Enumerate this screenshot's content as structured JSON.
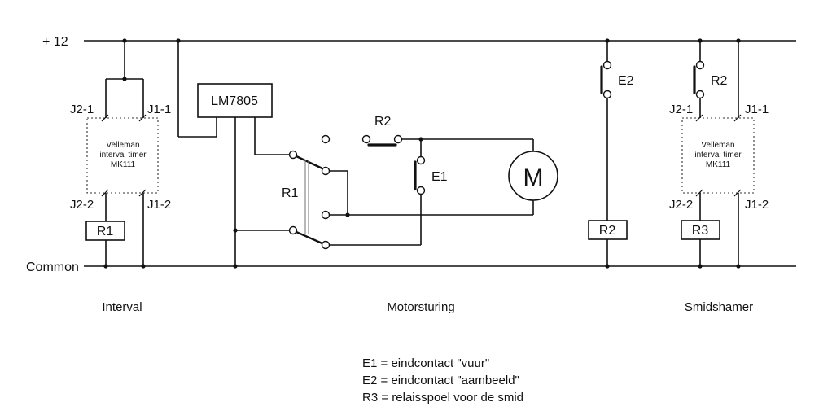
{
  "rails": {
    "supply": "+ 12",
    "common": "Common"
  },
  "regulator": "LM7805",
  "motor": "M",
  "timer_left": {
    "line1": "Velleman",
    "line2": "interval timer",
    "line3": "MK111",
    "pins": {
      "j2_1": "J2-1",
      "j1_1": "J1-1",
      "j2_2": "J2-2",
      "j1_2": "J1-2"
    },
    "relay": "R1"
  },
  "timer_right": {
    "line1": "Velleman",
    "line2": "interval timer",
    "line3": "MK111",
    "pins": {
      "j2_1": "J2-1",
      "j1_1": "J1-1",
      "j2_2": "J2-2",
      "j1_2": "J1-2"
    },
    "relay": "R3"
  },
  "contacts": {
    "r1_switch": "R1",
    "r2_motor": "R2",
    "e1": "E1",
    "e2": "E2",
    "r2_smid": "R2",
    "r2_coil": "R2"
  },
  "sections": {
    "left": "Interval",
    "middle": "Motorsturing",
    "right": "Smidshamer"
  },
  "legend": [
    "E1 = eindcontact \"vuur\"",
    "E2 = eindcontact \"aambeeld\"",
    "R3 = relaisspoel voor de smid"
  ]
}
